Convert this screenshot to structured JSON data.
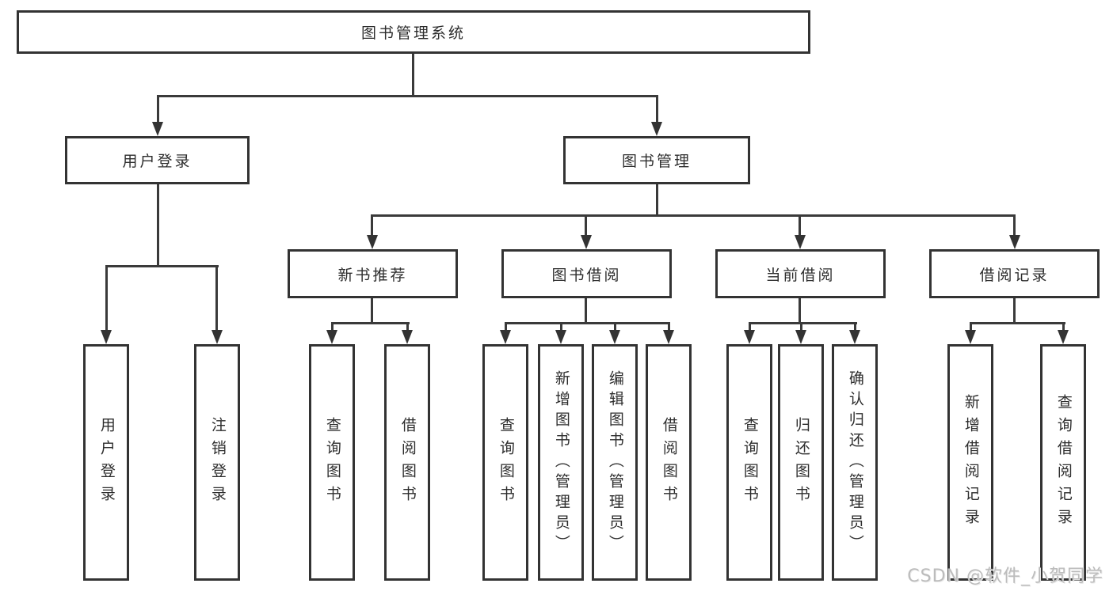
{
  "diagram": {
    "root": {
      "label": "图书管理系统"
    },
    "branches": [
      {
        "label": "用户登录",
        "children": [
          {
            "label": "用户登录"
          },
          {
            "label": "注销登录"
          }
        ]
      },
      {
        "label": "图书管理",
        "children": [
          {
            "label": "新书推荐",
            "children": [
              {
                "label": "查询图书"
              },
              {
                "label": "借阅图书"
              }
            ]
          },
          {
            "label": "图书借阅",
            "children": [
              {
                "label": "查询图书"
              },
              {
                "label": "新增图书（管理员）"
              },
              {
                "label": "编辑图书（管理员）"
              },
              {
                "label": "借阅图书"
              }
            ]
          },
          {
            "label": "当前借阅",
            "children": [
              {
                "label": "查询图书"
              },
              {
                "label": "归还图书"
              },
              {
                "label": "确认归还（管理员）"
              }
            ]
          },
          {
            "label": "借阅记录",
            "children": [
              {
                "label": "新增借阅记录"
              },
              {
                "label": "查询借阅记录"
              }
            ]
          }
        ]
      }
    ]
  },
  "watermark": {
    "text": "CSDN @软件_小贺同学"
  },
  "colors": {
    "line": "#333333",
    "box_border": "#333333",
    "text": "#2d2d2d",
    "watermark": "#bcbcbc",
    "background": "#ffffff"
  }
}
